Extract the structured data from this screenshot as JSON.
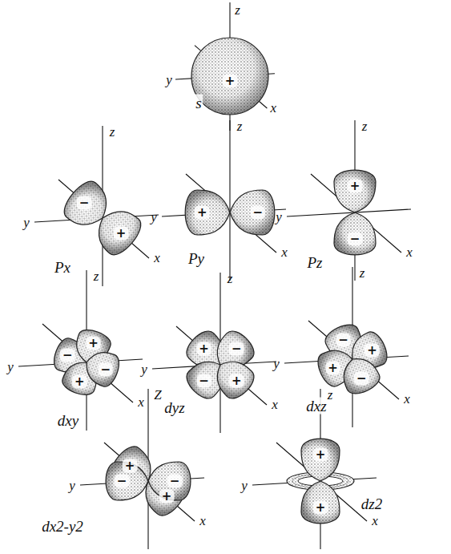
{
  "diagram": {
    "labels": [
      "z",
      "y",
      "x",
      "+",
      "s",
      "z",
      "y",
      "x",
      "−",
      "+",
      "Px",
      "z",
      "y",
      "x",
      "+",
      "−",
      "Py",
      "z",
      "y",
      "x",
      "+",
      "−",
      "Pz",
      "z",
      "y",
      "x",
      "−",
      "+",
      "+",
      "−",
      "dxy",
      "z",
      "y",
      "x",
      "+",
      "−",
      "−",
      "+",
      "dyz",
      "z",
      "y",
      "x",
      "−",
      "+",
      "+",
      "−",
      "dxz",
      "Z",
      "y",
      "x",
      "+",
      "+",
      "−",
      "−",
      "dx2-y2",
      "z",
      "y",
      "x",
      "+",
      "+",
      "dz2"
    ]
  }
}
